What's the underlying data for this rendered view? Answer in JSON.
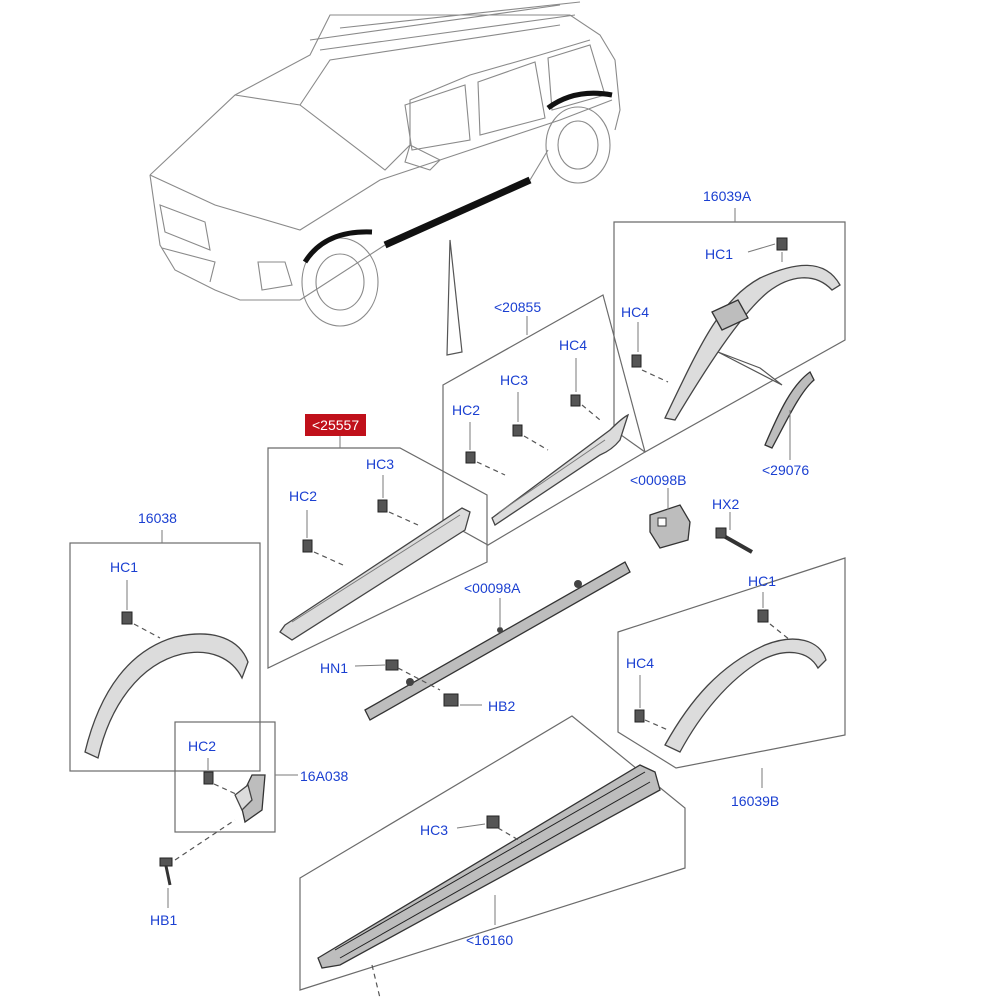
{
  "callouts": {
    "header_code": "<25557",
    "c16039A": "16039A",
    "c16038": "16038",
    "c20855": "<20855",
    "c29076": "<29076",
    "c00098B": "<00098B",
    "c00098A": "<00098A",
    "c16A038": "16A038",
    "c16039B": "16039B",
    "c16160": "<16160"
  },
  "fasteners": {
    "hc1_a": "HC1",
    "hc4_a": "HC4",
    "hc4_b": "HC4",
    "hc3_b": "HC3",
    "hc2_b": "HC2",
    "hc3_c": "HC3",
    "hc2_c": "HC2",
    "hc1_d": "HC1",
    "hx2": "HX2",
    "hc1_e": "HC1",
    "hc4_e": "HC4",
    "hn1": "HN1",
    "hb2": "HB2",
    "hc2_f": "HC2",
    "hc3_g": "HC3",
    "hb1": "HB1"
  },
  "colors": {
    "label_blue": "#1a3fd1",
    "highlight_red": "#c0101a",
    "line_gray": "#6b6b6b"
  }
}
